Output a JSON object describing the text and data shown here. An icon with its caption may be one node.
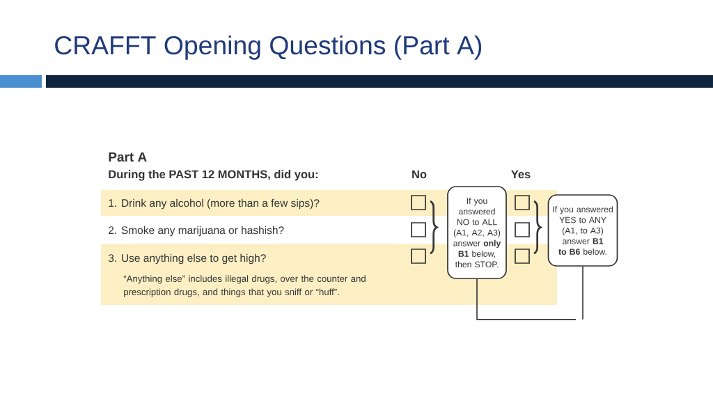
{
  "diagram": {
    "title": "CRAFFT Opening Questions (Part A)",
    "nodes": [
      {
        "text": [
          "If you answered NO to ALL (A1, A2, A3) answer **only** **B1** below, then STOP."
        ]
      },
      {
        "text": [
          "If you answered YES to ANY (A1, to A3) answer **B1 to B6** below."
        ]
      }
    ],
    "edges": [
      {
        "from": 0,
        "to": null,
        "arrow": "none"
      },
      {
        "from": 1,
        "to": null,
        "arrow": "none"
      }
    ],
    "labels": [
      "Part A",
      "During the PAST 12 MONTHS, did you:",
      "No",
      "Yes",
      "1.  Drink any alcohol (more than a few sips)?",
      "2.  Smoke any marijuana or hashish?",
      "3.  Use anything else to get high?",
      "“Anything else” includes illegal drugs, over the counter and prescription drugs, and things that you sniff or “huff”."
    ]
  }
}
